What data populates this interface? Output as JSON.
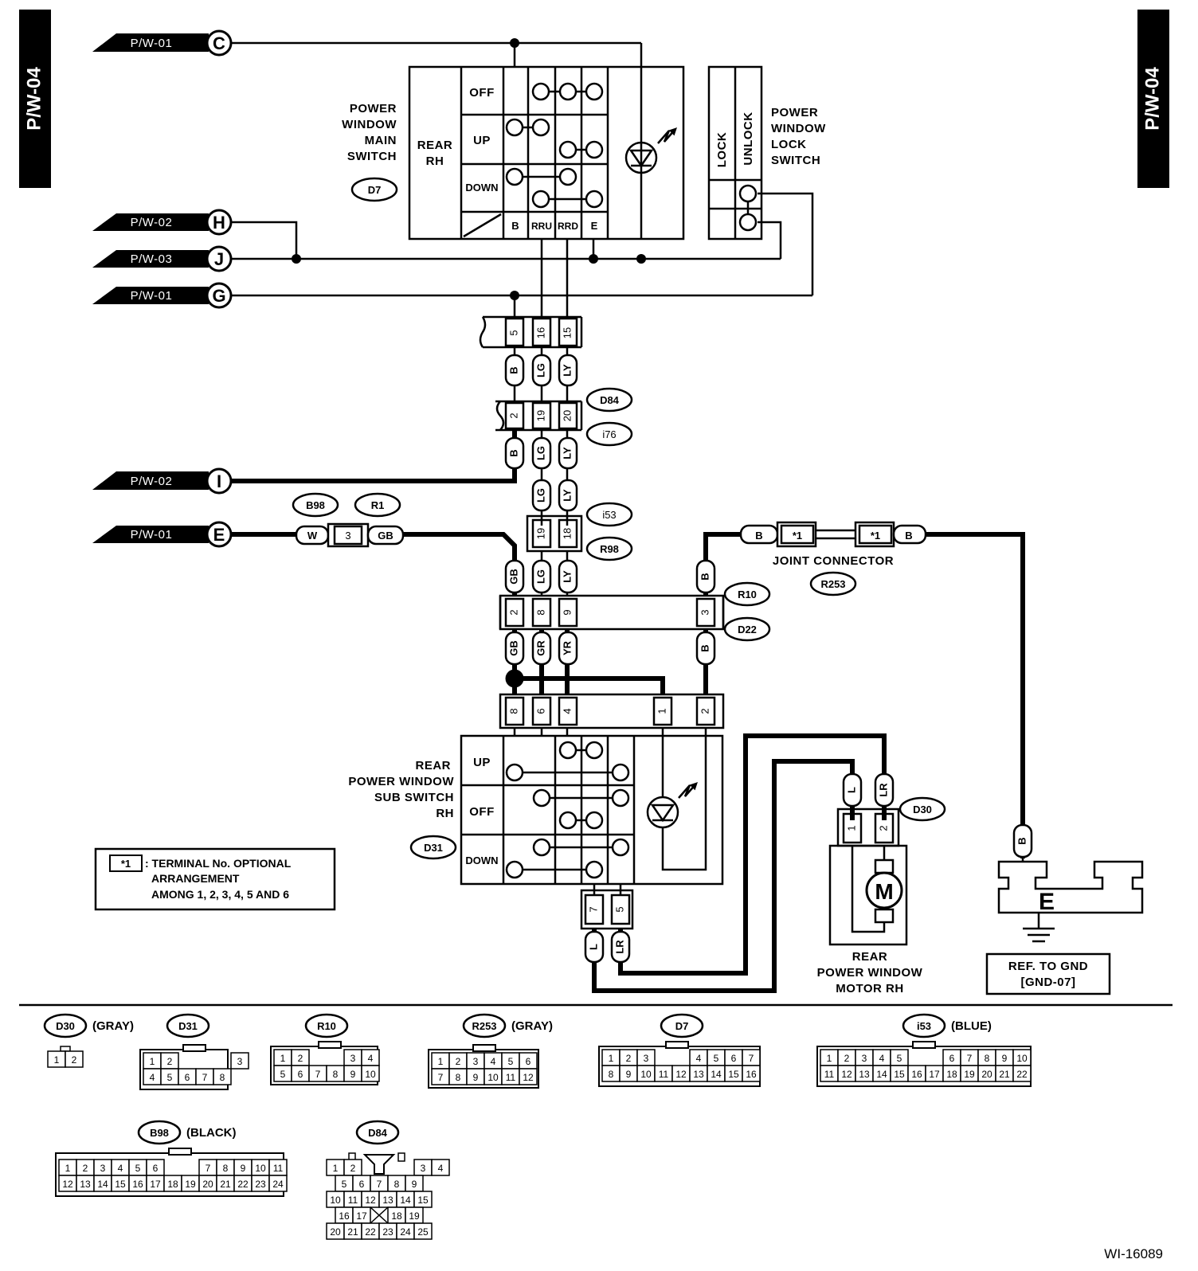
{
  "page_tags": {
    "left": "P/W-04",
    "right": "P/W-04",
    "figure_id": "WI-16089"
  },
  "refs": {
    "c": {
      "tag": "P/W-01",
      "letter": "C"
    },
    "h": {
      "tag": "P/W-02",
      "letter": "H"
    },
    "j": {
      "tag": "P/W-03",
      "letter": "J"
    },
    "g": {
      "tag": "P/W-01",
      "letter": "G"
    },
    "i": {
      "tag": "P/W-02",
      "letter": "I"
    },
    "e": {
      "tag": "P/W-01",
      "letter": "E"
    }
  },
  "main_switch": {
    "title": [
      "POWER",
      "WINDOW",
      "MAIN",
      "SWITCH"
    ],
    "connector": "D7",
    "section": [
      "REAR",
      "RH"
    ],
    "positions": [
      "OFF",
      "UP",
      "DOWN"
    ],
    "terminals": [
      "B",
      "RRU",
      "RRD",
      "E"
    ]
  },
  "lock_switch": {
    "title": [
      "POWER",
      "WINDOW",
      "LOCK",
      "SWITCH"
    ],
    "positions": [
      "LOCK",
      "UNLOCK"
    ]
  },
  "connectors": {
    "top": [
      "5",
      "16",
      "15"
    ],
    "d84": {
      "id": "D84",
      "pins": [
        "2",
        "19",
        "20"
      ]
    },
    "i76": "i76",
    "i53": {
      "id": "i53",
      "pins": [
        "19",
        "18"
      ]
    },
    "r98": "R98",
    "b98": "B98",
    "r1": "R1",
    "b98_pin": "3",
    "r10": {
      "id": "R10",
      "pins": [
        "2",
        "8",
        "9",
        "3"
      ]
    },
    "d22": "D22",
    "d31": {
      "id": "D31",
      "pins": [
        "8",
        "6",
        "4",
        "1",
        "2"
      ],
      "bottom_pins": [
        "7",
        "5"
      ]
    },
    "d30": {
      "id": "D30",
      "pins": [
        "1",
        "2"
      ]
    },
    "r253": {
      "id": "R253",
      "pin": "*1"
    }
  },
  "wires": {
    "b": "B",
    "lg": "LG",
    "ly": "LY",
    "gb": "GB",
    "w": "W",
    "gr": "GR",
    "yr": "YR",
    "l": "L",
    "lr": "LR"
  },
  "joint_connector": "JOINT CONNECTOR",
  "sub_switch": {
    "title": [
      "REAR",
      "POWER WINDOW",
      "SUB SWITCH",
      "RH"
    ],
    "positions": [
      "UP",
      "OFF",
      "DOWN"
    ]
  },
  "motor": {
    "symbol": "M",
    "label": [
      "REAR",
      "POWER WINDOW",
      "MOTOR RH"
    ]
  },
  "ground": {
    "symbol": "E",
    "label": [
      "REF. TO GND",
      "[GND-07]"
    ]
  },
  "note": {
    "mark": "*1",
    "lines": [
      ": TERMINAL No. OPTIONAL",
      "ARRANGEMENT",
      "AMONG 1, 2, 3, 4, 5 AND 6"
    ]
  },
  "legend": {
    "d30": {
      "id": "D30",
      "color": "(GRAY)",
      "rows": [
        [
          "1",
          "2"
        ]
      ]
    },
    "d31": {
      "id": "D31",
      "rows": [
        [
          "1",
          "2",
          "3"
        ],
        [
          "4",
          "5",
          "6",
          "7",
          "8"
        ]
      ]
    },
    "r10": {
      "id": "R10",
      "rows": [
        [
          "1",
          "2",
          "3",
          "4"
        ],
        [
          "5",
          "6",
          "7",
          "8",
          "9",
          "10"
        ]
      ]
    },
    "r253": {
      "id": "R253",
      "color": "(GRAY)",
      "rows": [
        [
          "1",
          "2",
          "3",
          "4",
          "5",
          "6"
        ],
        [
          "7",
          "8",
          "9",
          "10",
          "11",
          "12"
        ]
      ]
    },
    "d7": {
      "id": "D7",
      "rows": [
        [
          "1",
          "2",
          "3",
          "4",
          "5",
          "6",
          "7"
        ],
        [
          "8",
          "9",
          "10",
          "11",
          "12",
          "13",
          "14",
          "15",
          "16"
        ]
      ]
    },
    "i53": {
      "id": "i53",
      "color": "(BLUE)",
      "rows": [
        [
          "1",
          "2",
          "3",
          "4",
          "5",
          "6",
          "7",
          "8",
          "9",
          "10"
        ],
        [
          "11",
          "12",
          "13",
          "14",
          "15",
          "16",
          "17",
          "18",
          "19",
          "20",
          "21",
          "22"
        ]
      ]
    },
    "b98": {
      "id": "B98",
      "color": "(BLACK)",
      "rows": [
        [
          "1",
          "2",
          "3",
          "4",
          "5",
          "6",
          "7",
          "8",
          "9",
          "10",
          "11"
        ],
        [
          "12",
          "13",
          "14",
          "15",
          "16",
          "17",
          "18",
          "19",
          "20",
          "21",
          "22",
          "23",
          "24"
        ]
      ]
    },
    "d84": {
      "id": "D84",
      "rows": [
        [
          "1",
          "2",
          "3",
          "4"
        ],
        [
          "5",
          "6",
          "7",
          "8",
          "9"
        ],
        [
          "10",
          "11",
          "12",
          "13",
          "14",
          "15"
        ],
        [
          "16",
          "17",
          "18",
          "19"
        ],
        [
          "20",
          "21",
          "22",
          "23",
          "24",
          "25"
        ]
      ]
    }
  }
}
